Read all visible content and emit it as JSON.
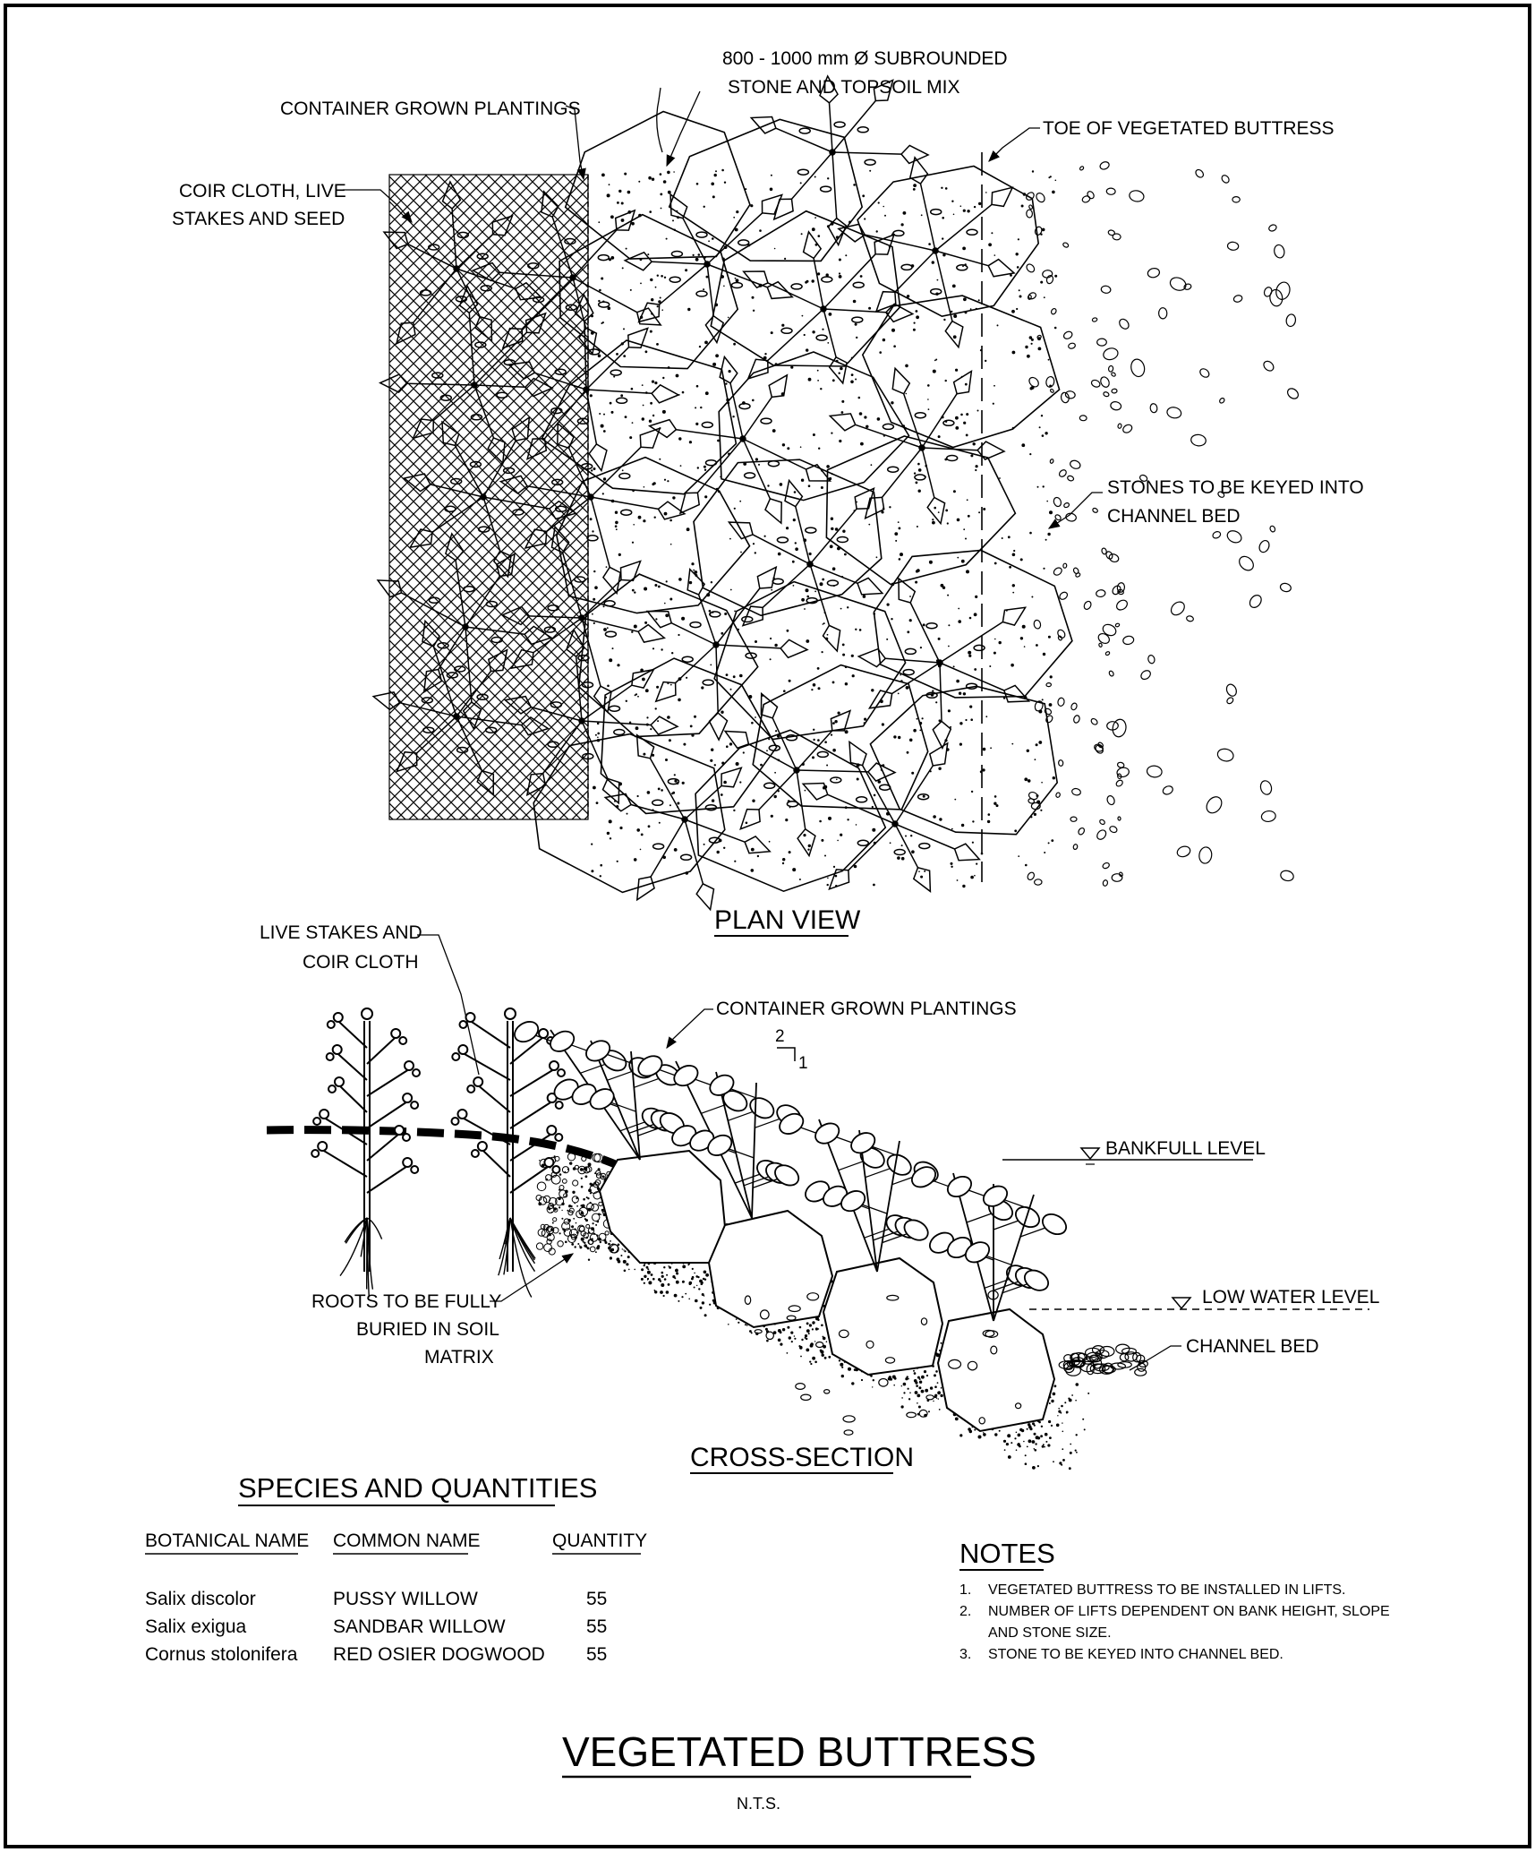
{
  "plan": {
    "title": "PLAN VIEW",
    "callouts": {
      "stone_mix_line1": "800 - 1000 mm Ø SUBROUNDED",
      "stone_mix_line2": "STONE AND TOPSOIL MIX",
      "container_plantings": "CONTAINER GROWN PLANTINGS",
      "coir_line1": "COIR CLOTH, LIVE",
      "coir_line2": "STAKES AND SEED",
      "toe": "TOE OF VEGETATED BUTTRESS",
      "keyed_line1": "STONES TO BE KEYED INTO",
      "keyed_line2": "CHANNEL BED"
    }
  },
  "section": {
    "title": "CROSS-SECTION",
    "callouts": {
      "stakes_line1": "LIVE STAKES AND",
      "stakes_line2": "COIR CLOTH",
      "container_plantings": "CONTAINER GROWN PLANTINGS",
      "slope_h": "2",
      "slope_v": "1",
      "bankfull": "BANKFULL LEVEL",
      "low_water": "LOW WATER LEVEL",
      "channel_bed": "CHANNEL BED",
      "roots_line1": "ROOTS TO BE FULLY",
      "roots_line2": "BURIED IN SOIL",
      "roots_line3": "MATRIX"
    }
  },
  "species": {
    "heading": "SPECIES AND QUANTITIES",
    "columns": [
      "BOTANICAL NAME",
      "COMMON NAME",
      "QUANTITY"
    ],
    "rows": [
      [
        "Salix discolor",
        "PUSSY WILLOW",
        "55"
      ],
      [
        "Salix exigua",
        "SANDBAR WILLOW",
        "55"
      ],
      [
        "Cornus stolonifera",
        "RED OSIER DOGWOOD",
        "55"
      ]
    ]
  },
  "notes": {
    "heading": "NOTES",
    "items": [
      {
        "num": "1.",
        "lines": [
          "VEGETATED BUTTRESS TO BE INSTALLED IN LIFTS."
        ]
      },
      {
        "num": "2.",
        "lines": [
          "NUMBER OF LIFTS DEPENDENT ON BANK HEIGHT, SLOPE",
          "AND STONE SIZE."
        ]
      },
      {
        "num": "3.",
        "lines": [
          "STONE TO BE KEYED INTO CHANNEL BED."
        ]
      }
    ]
  },
  "drawing": {
    "title": "VEGETATED BUTTRESS",
    "scale": "N.T.S."
  }
}
